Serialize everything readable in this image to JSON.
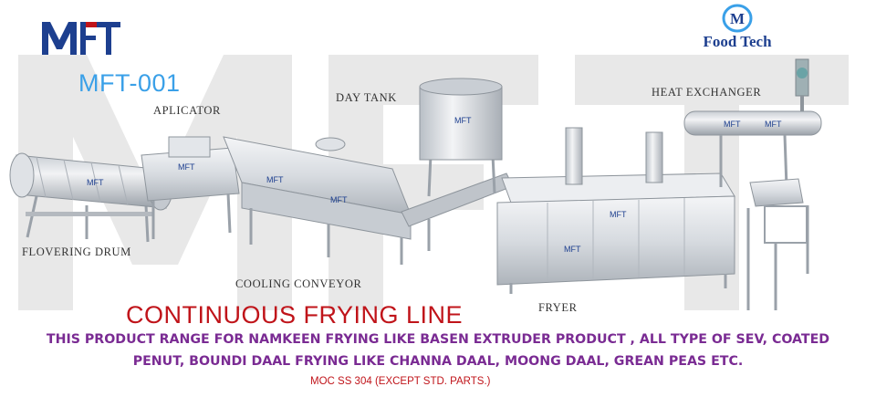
{
  "brand": {
    "left_logo_text": "MFT",
    "right_logo_letter": "M",
    "right_logo_text": "Food Tech"
  },
  "model_code": "MFT-001",
  "equipment_labels": {
    "aplicator": "APLICATOR",
    "day_tank": "DAY TANK",
    "heat_exchanger": "HEAT EXCHANGER",
    "flovering_drum": "FLOVERING DRUM",
    "cooling_conveyor": "COOLING CONVEYOR",
    "fryer": "FRYER"
  },
  "machine_badge": "MFT",
  "title": "CONTINUOUS FRYING LINE",
  "description": [
    "THIS PRODUCT RANGE FOR NAMKEEN FRYING LIKE BASEN EXTRUDER PRODUCT , ALL TYPE OF SEV, COATED",
    "PENUT, BOUNDI DAAL FRYING LIKE CHANNA DAAL, MOONG DAAL, GREAN PEAS ETC."
  ],
  "moc_note": "MOC SS 304 (EXCEPT STD. PARTS.)",
  "colors": {
    "title_red": "#c0141a",
    "model_blue": "#3aa0e8",
    "description_purple": "#7a2b93",
    "logo_blue": "#1d3f8f",
    "steel": "#d9dde2"
  }
}
